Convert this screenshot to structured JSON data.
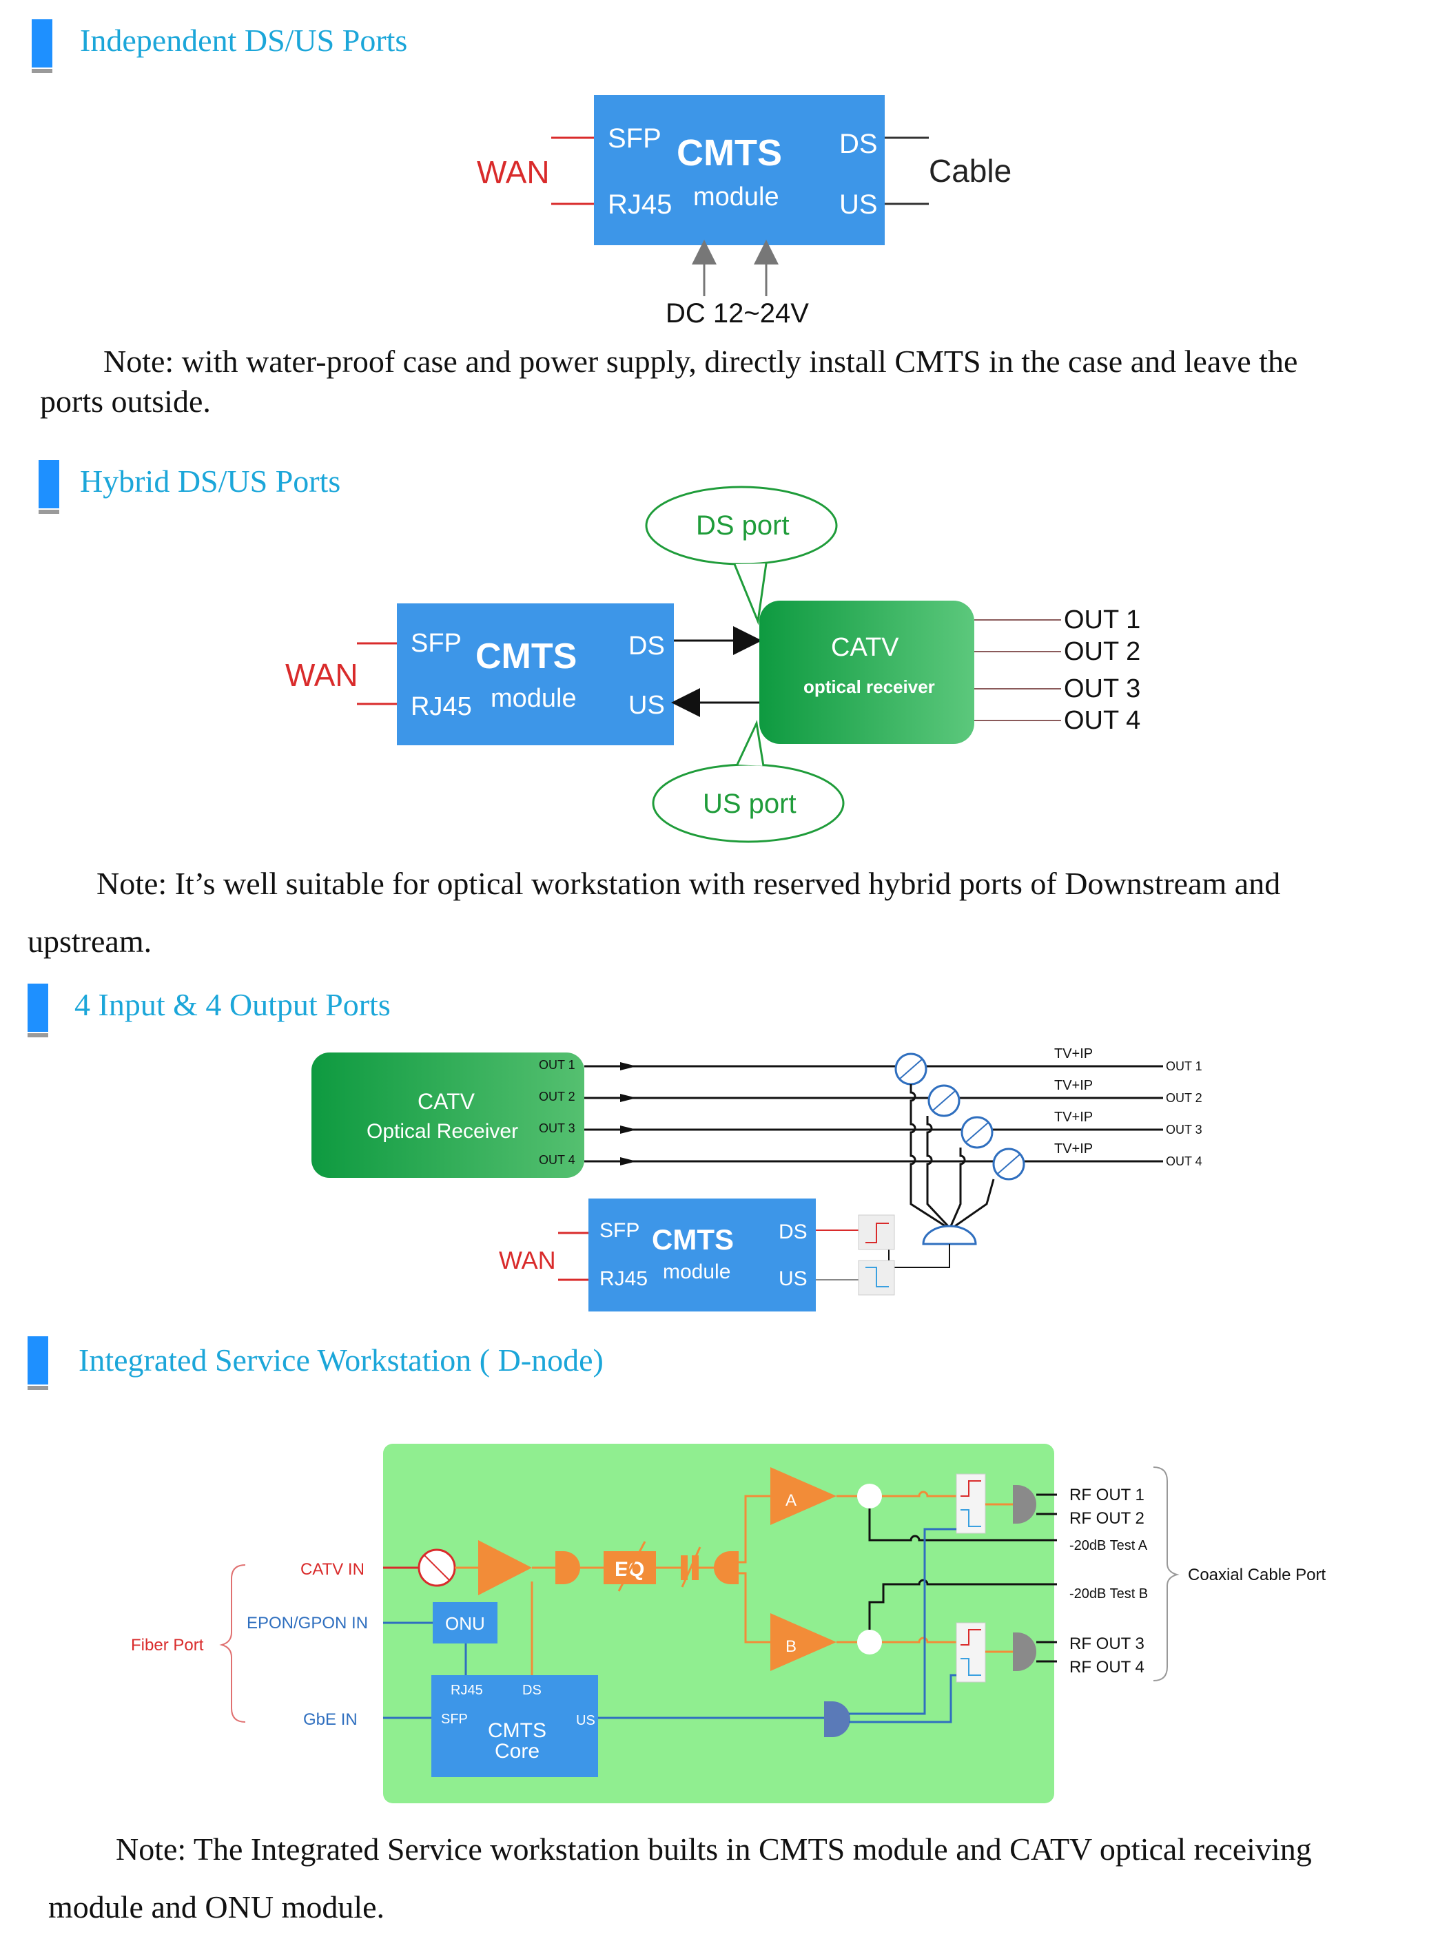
{
  "colors": {
    "accent_blue": "#1e90ff",
    "title_blue": "#1ba6d9",
    "module_blue": "#3d96e8",
    "catv_green": "#1aa64b",
    "workstation_green": "#90ee90",
    "wan_red": "#d92b2b",
    "amp_orange": "#f28c38",
    "line_blue": "#2f6fbf",
    "text_green": "#1f9c3a"
  },
  "sections": [
    {
      "title": "Independent DS/US Ports",
      "diagram": {
        "wan": "WAN",
        "sfp": "SFP",
        "rj45": "RJ45",
        "cmts": "CMTS",
        "module": "module",
        "ds": "DS",
        "us": "US",
        "cable": "Cable",
        "power": "DC 12~24V"
      },
      "note_line1": "Note: with water-proof case and power supply, directly install CMTS in the case and leave the",
      "note_line2": "ports outside."
    },
    {
      "title": "Hybrid DS/US Ports",
      "diagram": {
        "wan": "WAN",
        "sfp": "SFP",
        "rj45": "RJ45",
        "cmts": "CMTS",
        "module": "module",
        "ds": "DS",
        "us": "US",
        "ds_port": "DS port",
        "us_port": "US port",
        "catv": "CATV",
        "receiver": "optical receiver",
        "outputs": [
          "OUT 1",
          "OUT 2",
          "OUT 3",
          "OUT 4"
        ]
      },
      "note_line1": "Note: It’s well suitable for optical workstation with reserved hybrid ports of  Downstream and",
      "note_line2": "upstream."
    },
    {
      "title": "4 Input & 4 Output Ports",
      "diagram": {
        "catv": "CATV",
        "receiver": "Optical Receiver",
        "rx_outputs": [
          "OUT 1",
          "OUT 2",
          "OUT 3",
          "OUT 4"
        ],
        "tvip": [
          "TV+IP",
          "TV+IP",
          "TV+IP",
          "TV+IP"
        ],
        "outputs": [
          "OUT 1",
          "OUT 2",
          "OUT 3",
          "OUT 4"
        ],
        "wan": "WAN",
        "sfp": "SFP",
        "rj45": "RJ45",
        "cmts": "CMTS",
        "module": "module",
        "ds": "DS",
        "us": "US"
      }
    },
    {
      "title": "Integrated Service Workstation ( D-node)",
      "diagram": {
        "fiber_port": "Fiber Port",
        "catv_in": "CATV  IN",
        "epon_in": "EPON/GPON IN",
        "gbe_in": "GbE IN",
        "onu": "ONU",
        "rj45": "RJ45",
        "ds": "DS",
        "sfp": "SFP",
        "cmts": "CMTS",
        "core": "Core",
        "us": "US",
        "eq": "EQ",
        "amp_a": "A",
        "amp_b": "B",
        "rf_out_1": "RF OUT 1",
        "rf_out_2": "RF OUT 2",
        "test_a": "-20dB Test A",
        "test_b": "-20dB Test B",
        "rf_out_3": "RF OUT 3",
        "rf_out_4": "RF OUT 4",
        "coaxial": "Coaxial Cable Port"
      },
      "note_line1": "Note: The Integrated Service workstation builts in CMTS module and CATV optical receiving",
      "note_line2": "module and ONU module."
    }
  ]
}
